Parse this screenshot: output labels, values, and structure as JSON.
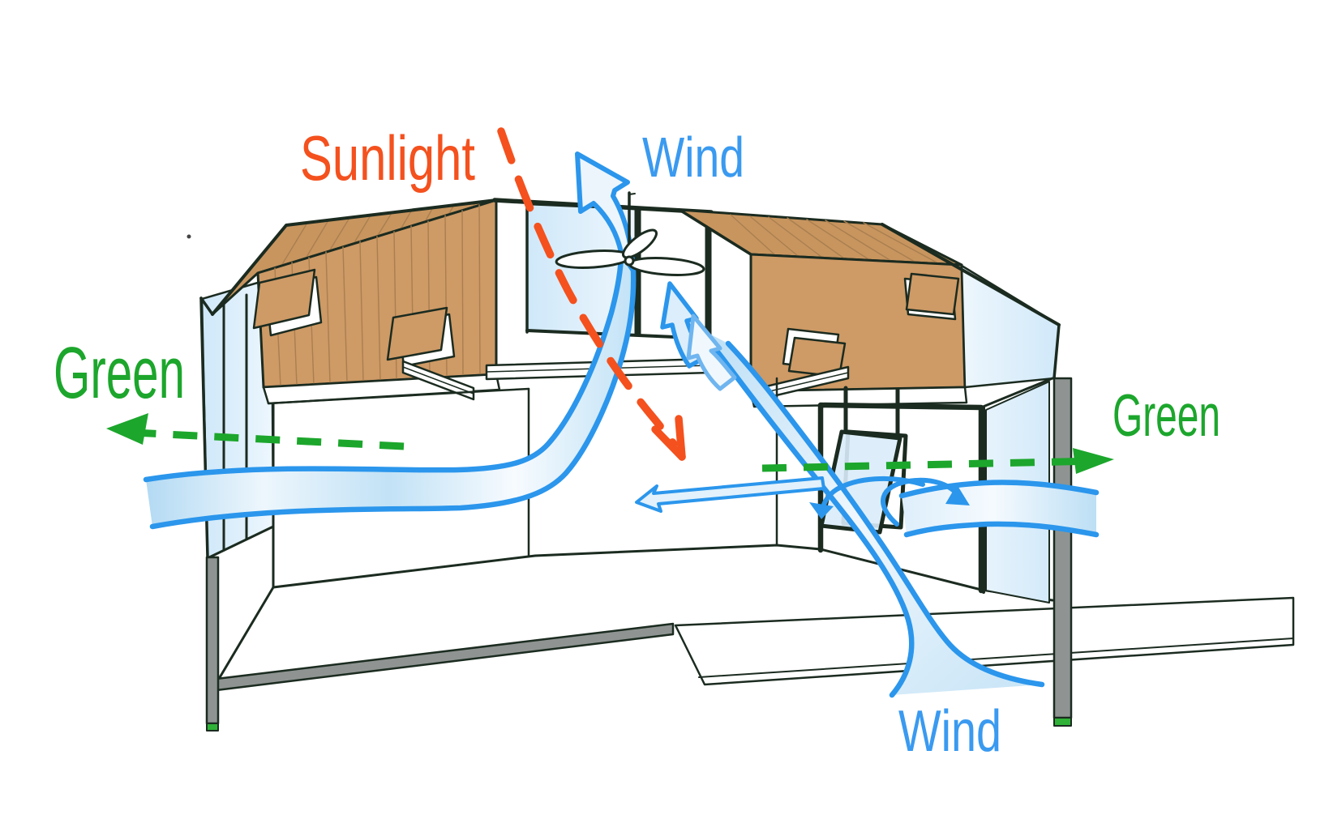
{
  "figure": {
    "kind": "passive-design building cross-section diagram",
    "background": "#FFFFFF"
  },
  "labels": {
    "sunlight": {
      "text": "Sunlight",
      "color": "#F4511E"
    },
    "wind_top": {
      "text": "Wind",
      "color": "#3A9AF0"
    },
    "wind_bottom": {
      "text": "Wind",
      "color": "#3A9AF0"
    },
    "green_left": {
      "text": "Green",
      "color": "#1CA62C"
    },
    "green_right": {
      "text": "Green",
      "color": "#1CA62C"
    }
  },
  "annotations": {
    "sunlight_arrow": {
      "style": "dashed",
      "color": "#F4511E",
      "direction": "down-right through clerestory glass"
    },
    "green_arrow_left": {
      "style": "dashed",
      "color": "#1CA62C",
      "direction": "left out of building"
    },
    "green_arrow_right": {
      "style": "dashed",
      "color": "#1CA62C",
      "direction": "right out of building"
    },
    "wind_up_arrow": {
      "style": "outlined",
      "color": "#2B96EC",
      "direction": "up out of roof vent"
    },
    "wind_streams": {
      "style": "ribbon",
      "edge_color": "#2B96EC",
      "fill_color": "#CDE6F8",
      "paths": [
        "left inlet through glass wall rising to roof vent fan",
        "right inlet swirling around pivot window",
        "bottom inlet rising through right room to vent",
        "interior flow arrow pointing left"
      ]
    }
  },
  "building": {
    "parts": [
      "left mono-pitch roof with two flap skylights",
      "clerestory with glass pane, open vent and ceiling fan",
      "right mono-pitch roof with two flap skylights",
      "left glass curtain wall",
      "right glass wall with pivot door",
      "floor slab",
      "wood deck",
      "two gray columns with green bases"
    ],
    "colors": {
      "roof_front": "#CE9A66",
      "roof_top": "#C8955F",
      "roof_seam": "#A97F4F",
      "glass": "#D8ECFA",
      "structure_line": "#1B2B20",
      "column": "#8F9492",
      "column_base": "#2FB237",
      "slab": "#8F9492",
      "beam": "#FFFFFF"
    }
  }
}
